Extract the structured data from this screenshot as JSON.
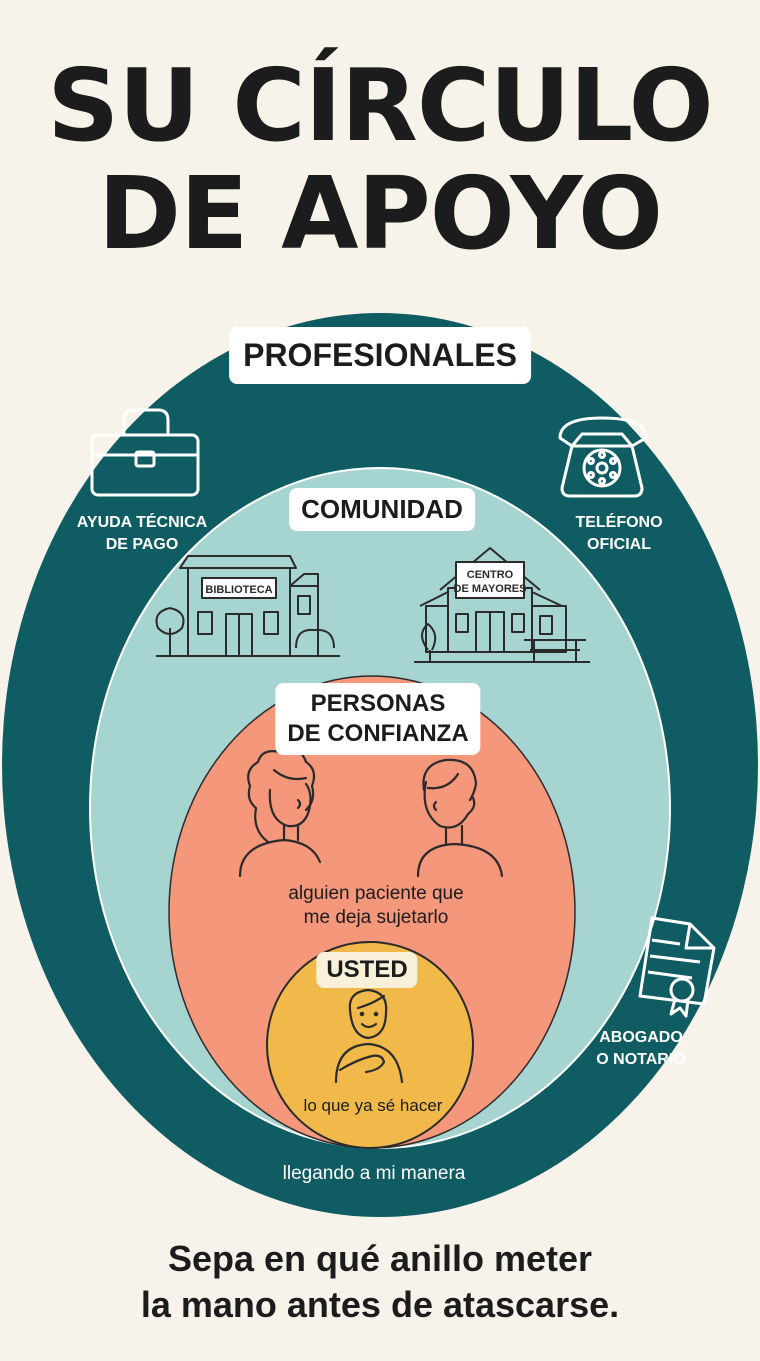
{
  "title": {
    "line1": "SU CÍRCULO",
    "line2": "DE APOYO"
  },
  "colors": {
    "background": "#f8f3ea",
    "profesionales_ring": "#0f5c63",
    "comunidad_ring": "#a6d4d1",
    "confianza_ring": "#f4977a",
    "usted_ring": "#f0b94a",
    "outline": "#1c1c1c"
  },
  "rings": {
    "profesionales": {
      "label": "PROFESIONALES",
      "items": [
        {
          "icon": "toolbox-icon",
          "line1": "AYUDA TÉCNICA",
          "line2": "DE PAGO"
        },
        {
          "icon": "telephone-icon",
          "line1": "TELÉFONO",
          "line2": "OFICIAL"
        },
        {
          "icon": "certificate-document-icon",
          "line1": "ABOGADO",
          "line2": "O NOTARIO"
        }
      ],
      "caption": "llegando a mi manera"
    },
    "comunidad": {
      "label": "COMUNIDAD",
      "buildings": [
        {
          "icon": "library-building-icon",
          "sign": "BIBLIOTECA"
        },
        {
          "icon": "senior-center-building-icon",
          "sign_line1": "CENTRO",
          "sign_line2": "DE MAYORES"
        }
      ]
    },
    "confianza": {
      "label_line1": "PERSONAS",
      "label_line2": "DE CONFIANZA",
      "caption_line1": "alguien paciente que",
      "caption_line2": "me deja sujetarlo"
    },
    "usted": {
      "label": "USTED",
      "caption": "lo que ya sé hacer"
    }
  },
  "footer": {
    "line1": "Sepa en qué anillo meter",
    "line2": "la mano antes de atascarse."
  }
}
